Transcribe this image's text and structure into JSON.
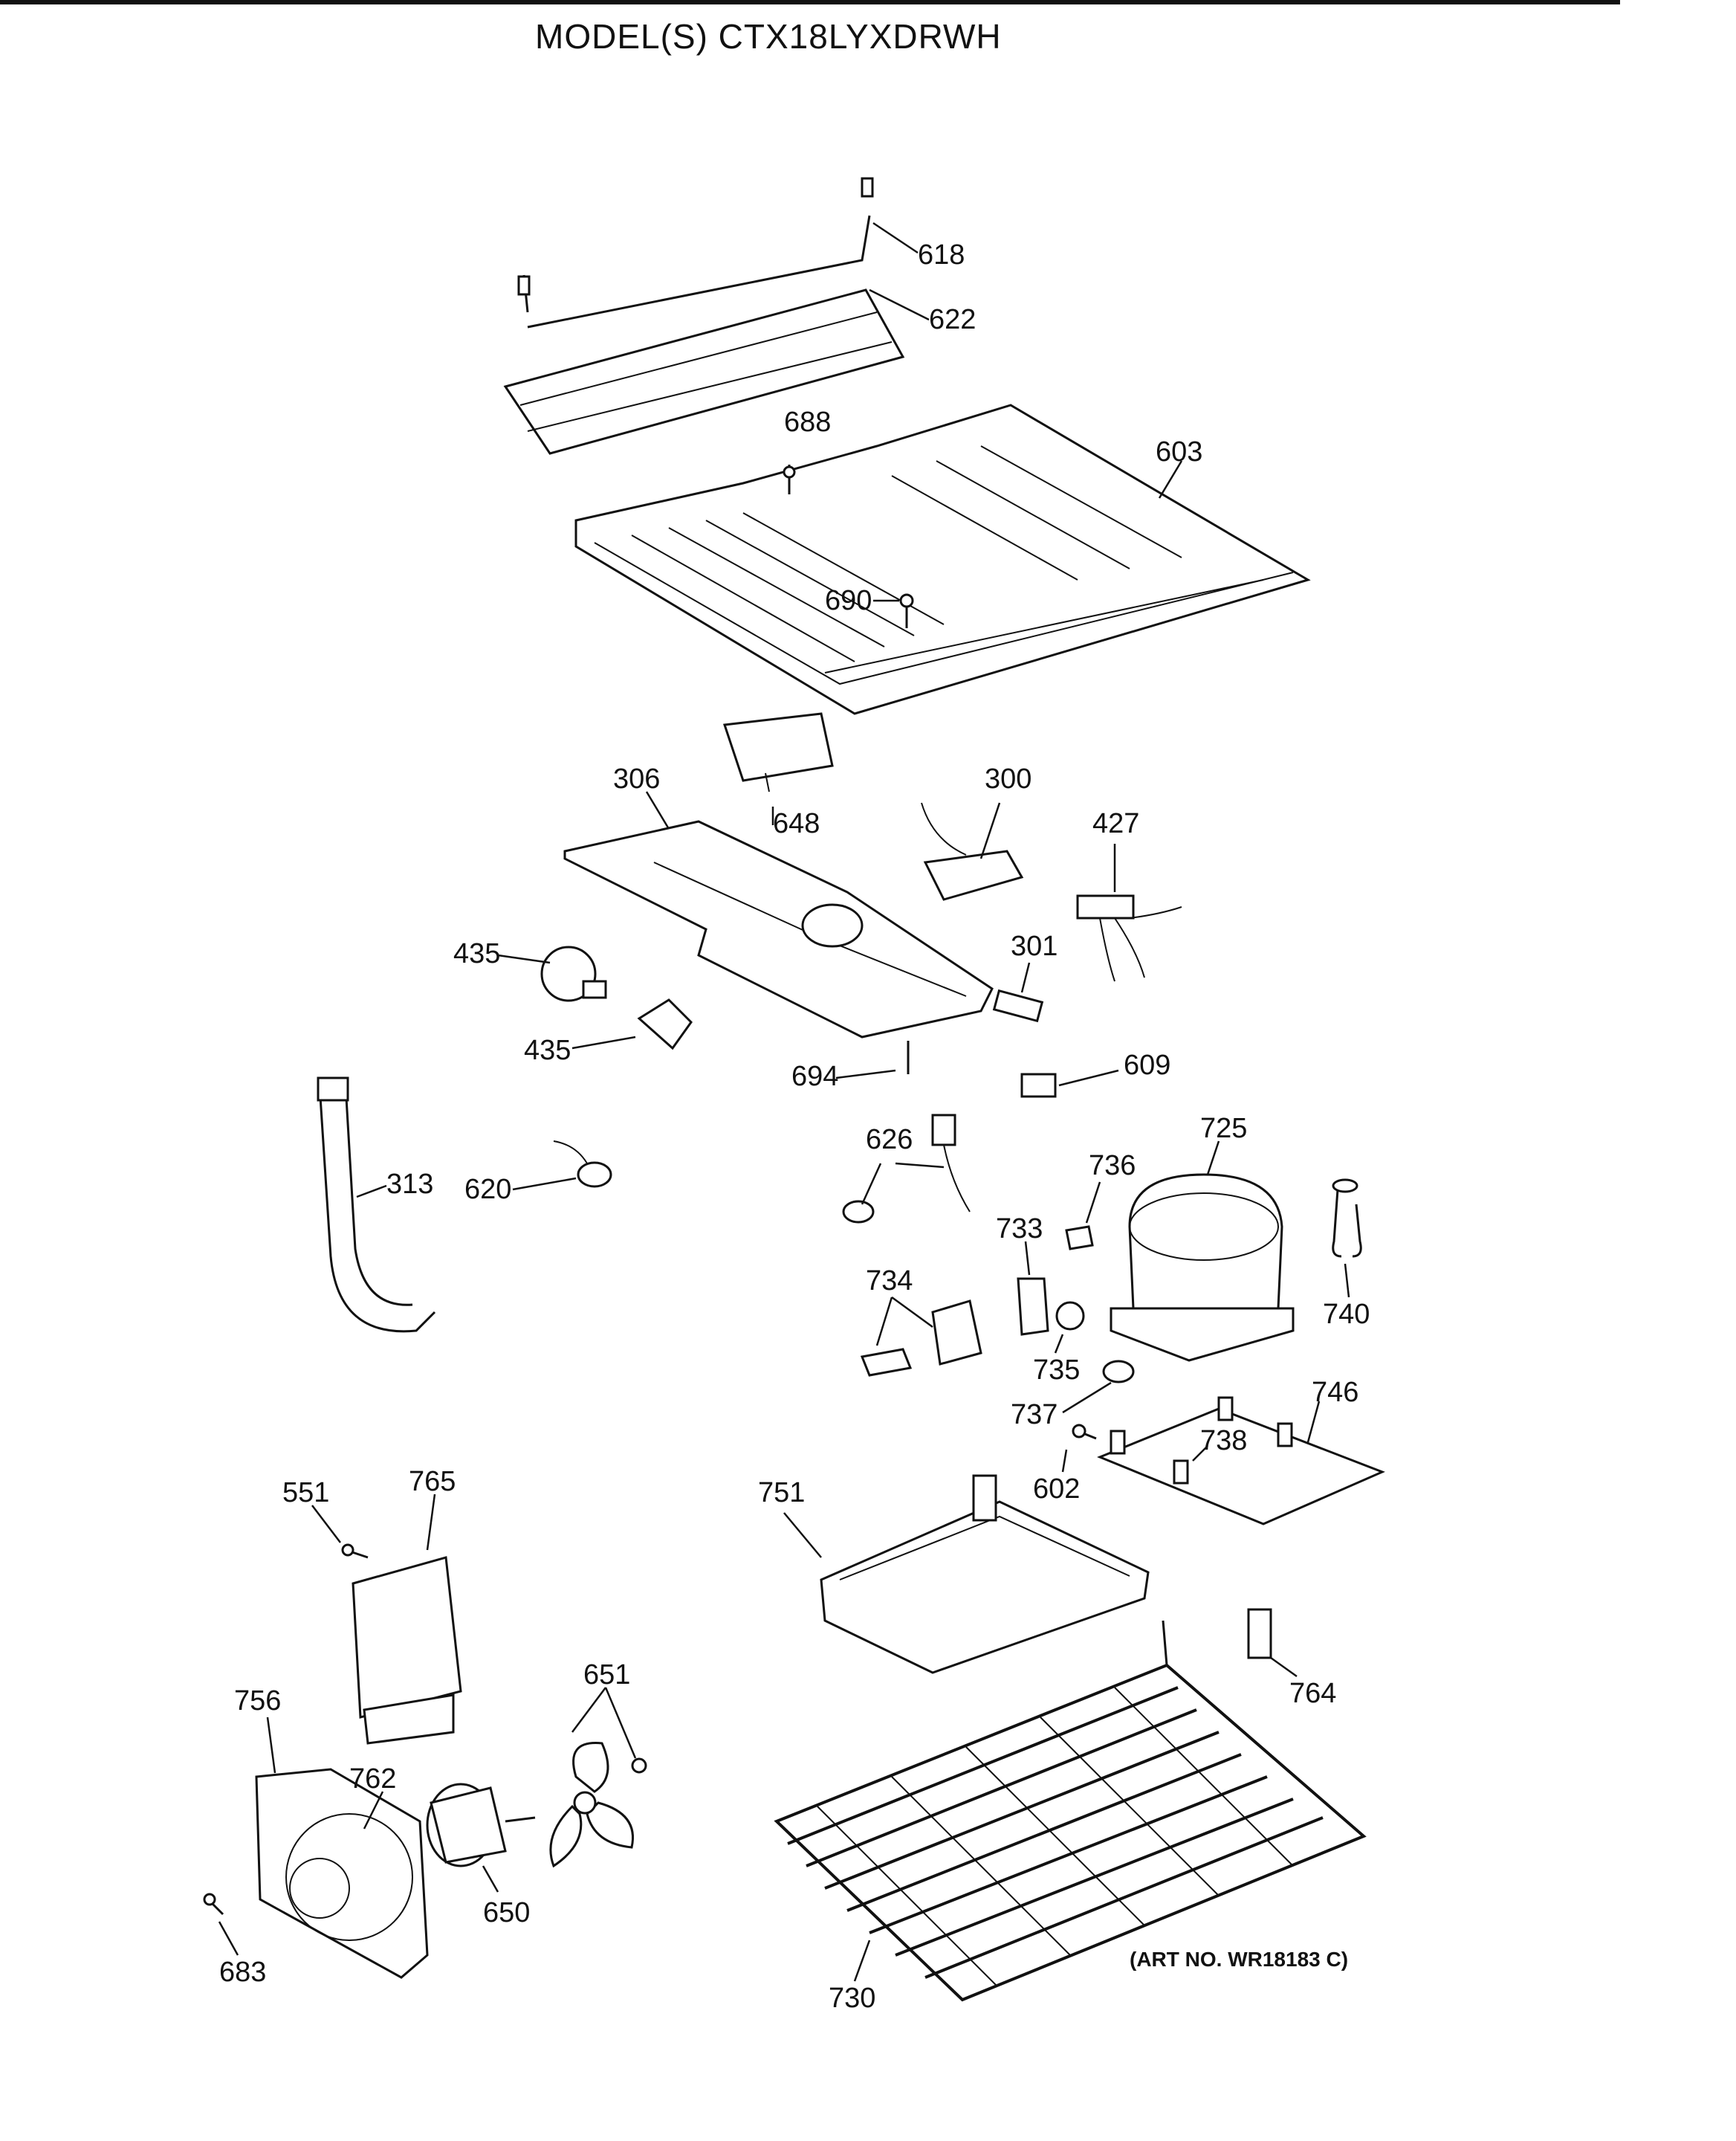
{
  "header": {
    "model": "MODEL(S) CTX18LYXDRWH"
  },
  "footer": {
    "art_no": "(ART NO. WR18183 C)"
  },
  "parts": {
    "p618": "618",
    "p622": "622",
    "p688": "688",
    "p603": "603",
    "p690": "690",
    "p306": "306",
    "p648": "648",
    "p300": "300",
    "p427": "427",
    "p435a": "435",
    "p435b": "435",
    "p301": "301",
    "p694": "694",
    "p609": "609",
    "p313": "313",
    "p620": "620",
    "p626": "626",
    "p736": "736",
    "p725": "725",
    "p733": "733",
    "p734": "734",
    "p740": "740",
    "p735": "735",
    "p737": "737",
    "p746": "746",
    "p738": "738",
    "p602": "602",
    "p551": "551",
    "p765": "765",
    "p751": "751",
    "p764": "764",
    "p651": "651",
    "p756": "756",
    "p762": "762",
    "p650": "650",
    "p683": "683",
    "p730": "730"
  }
}
